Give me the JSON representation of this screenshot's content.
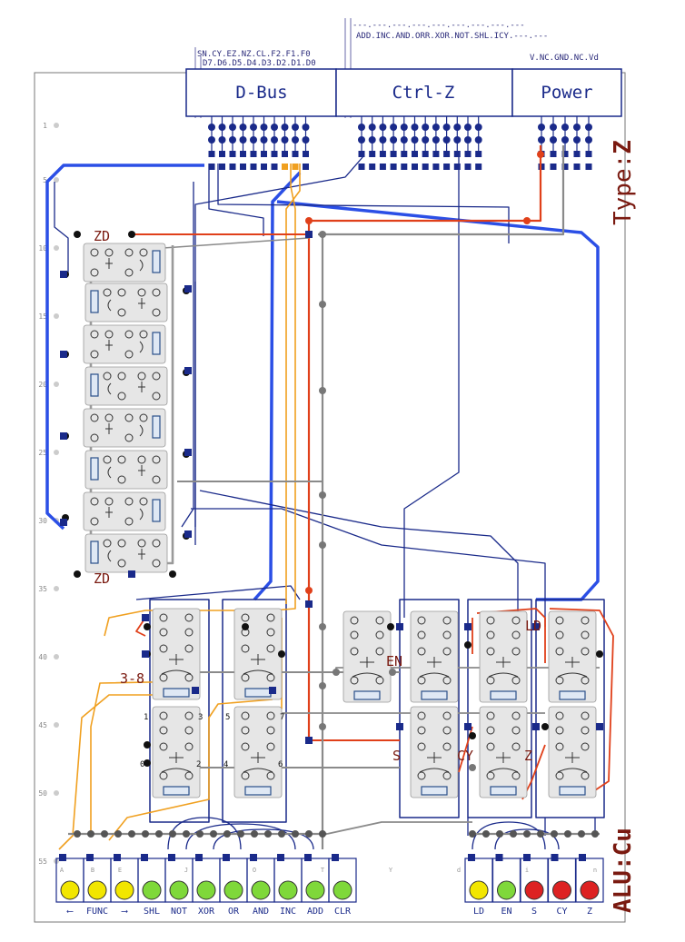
{
  "header": {
    "dbus_pins_top": "SN.CY.EZ.NZ.CL.F2.F1.F0",
    "dbus_pins_bottom": "D7.D6.D5.D4.D3.D2.D1.D0",
    "ctrl_pins_top": "---.---.---.---.---.---.---.---.---",
    "ctrl_pins_bottom": "ADD.INC.AND.ORR.XOR.NOT.SHL.ICY.---.---",
    "power_pins": "V.NC.GND.NC.Vd"
  },
  "connectors": {
    "dbus": "D-Bus",
    "ctrl": "Ctrl-Z",
    "power": "Power"
  },
  "side_labels": {
    "type_prefix": "Type:",
    "type_value": "Z",
    "alu_prefix": "ALU:",
    "alu_value": "Cu"
  },
  "row_numbers": [
    "1",
    "5",
    "10",
    "15",
    "20",
    "25",
    "30",
    "35",
    "40",
    "45",
    "50",
    "55"
  ],
  "col_letters": [
    "A",
    "B",
    "E",
    "J",
    "O",
    "T",
    "Y",
    "d",
    "i",
    "n"
  ],
  "labels": {
    "zd_top": "ZD",
    "zd_bottom": "ZD",
    "decoder": "3-8",
    "en": "EN",
    "ld": "LD",
    "s": "S",
    "cy": "CY",
    "z": "Z"
  },
  "decoder_pins": [
    "1",
    "3",
    "5",
    "7",
    "0",
    "2",
    "4",
    "6"
  ],
  "leds_left": [
    {
      "label": "⟵",
      "color": "#f2e600"
    },
    {
      "label": "FUNC",
      "color": "#f2e600"
    },
    {
      "label": "⟶",
      "color": "#f2e600"
    },
    {
      "label": "SHL",
      "color": "#7fd83a"
    },
    {
      "label": "NOT",
      "color": "#7fd83a"
    },
    {
      "label": "XOR",
      "color": "#7fd83a"
    },
    {
      "label": "OR",
      "color": "#7fd83a"
    },
    {
      "label": "AND",
      "color": "#7fd83a"
    },
    {
      "label": "INC",
      "color": "#7fd83a"
    },
    {
      "label": "ADD",
      "color": "#7fd83a"
    },
    {
      "label": "CLR",
      "color": "#7fd83a"
    }
  ],
  "leds_right": [
    {
      "label": "LD",
      "color": "#f2e600"
    },
    {
      "label": "EN",
      "color": "#7fd83a"
    },
    {
      "label": "S",
      "color": "#dd2222"
    },
    {
      "label": "CY",
      "color": "#dd2222"
    },
    {
      "label": "Z",
      "color": "#dd2222"
    }
  ],
  "colors": {
    "bus_blue": "#2b4fe6",
    "wire_navy": "#1a2a8a",
    "wire_orange": "#f0a020",
    "wire_red": "#e0401a",
    "wire_gray": "#8a8a8a",
    "label_maroon": "#7a1a10",
    "board_border": "#777777"
  }
}
